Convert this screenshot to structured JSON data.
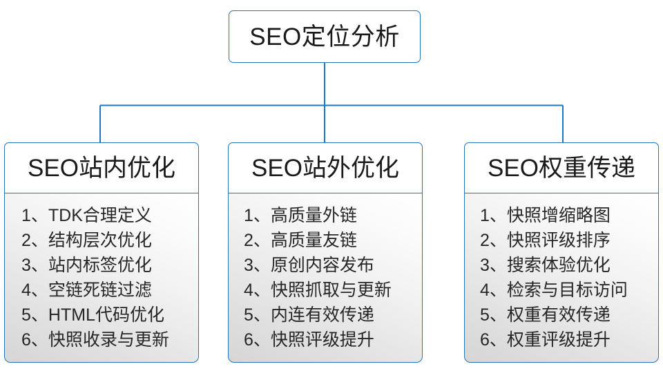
{
  "diagram": {
    "type": "tree",
    "orientation": "top-down",
    "accent_color": "#2175bc",
    "text_color": "#1a1a1a",
    "background": "#ffffff",
    "root": {
      "title": "SEO定位分析"
    },
    "branches": [
      {
        "title": "SEO站内优化",
        "items": [
          "1、TDK合理定义",
          "2、结构层次优化",
          "3、站内标签优化",
          "4、空链死链过滤",
          "5、HTML代码优化",
          "6、快照收录与更新"
        ]
      },
      {
        "title": "SEO站外优化",
        "items": [
          "1、高质量外链",
          "2、高质量友链",
          "3、原创内容发布",
          "4、快照抓取与更新",
          "5、内连有效传递",
          "6、快照评级提升"
        ]
      },
      {
        "title": "SEO权重传递",
        "items": [
          "1、快照增缩略图",
          "2、快照评级排序",
          "3、搜索体验优化",
          "4、检索与目标访问",
          "5、权重有效传递",
          "6、权重评级提升"
        ]
      }
    ]
  }
}
